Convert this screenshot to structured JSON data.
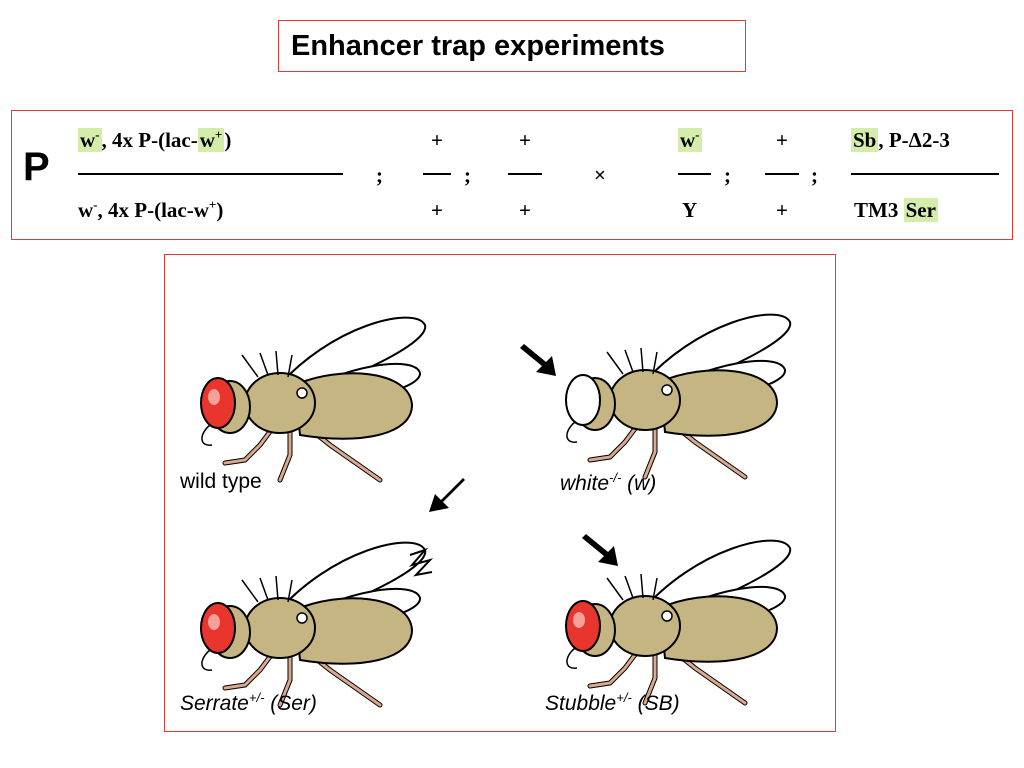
{
  "title": "Enhancer trap experiments",
  "cross": {
    "p_label": "P",
    "female": {
      "x_top": {
        "w": "w",
        "w_sup": "-",
        "mid": ", 4x P-(lac-",
        "w2": "w",
        "w2_sup": "+",
        "end": ")"
      },
      "x_bottom": {
        "w": "w",
        "w_sup": "-",
        "mid": ", 4x P-(lac-w",
        "sup": "+",
        "end": ")"
      },
      "sep1": ";",
      "chr2_top": "+",
      "chr2_bottom": "+",
      "sep2": ";",
      "chr3_top": "+",
      "chr3_bottom": "+"
    },
    "cross_symbol": "×",
    "male": {
      "x_top": "w",
      "x_top_sup": "-",
      "x_bottom": "Y",
      "sep1": ";",
      "chr2_top": "+",
      "chr2_bottom": "+",
      "sep2": ";",
      "chr3_top_sb": "Sb",
      "chr3_top_rest": ", P-Δ2-3",
      "chr3_bottom_tm3": "TM3 ",
      "chr3_bottom_ser": "Ser"
    }
  },
  "flies": {
    "wild_type": {
      "label": "wild type"
    },
    "white": {
      "name": "white",
      "sup": "-/-",
      "abbr": " (w)"
    },
    "serrate": {
      "name": "Serrate",
      "sup": "+/-",
      "abbr": " (Ser)"
    },
    "stubble": {
      "name": "Stubble",
      "sup": "+/-",
      "abbr": " (SB)"
    }
  },
  "colors": {
    "border": "#e03a3a",
    "highlight": "#d4edaa",
    "body": "#c4b583",
    "red_eye": "#e8352e",
    "legs": "#d9a98f"
  }
}
